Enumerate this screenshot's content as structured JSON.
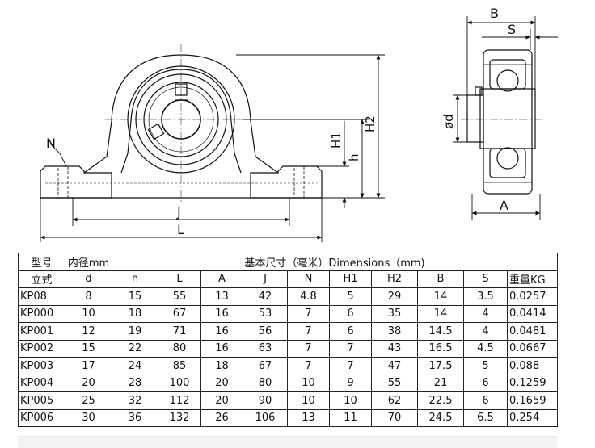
{
  "drawing": {
    "front_labels": {
      "N": "N",
      "J": "J",
      "L": "L",
      "H1": "H1",
      "h": "h",
      "H2": "H2"
    },
    "side_labels": {
      "B": "B",
      "S": "S",
      "d": "ød",
      "A": "A"
    }
  },
  "table": {
    "header1": {
      "model": "型号",
      "bore": "内径mm",
      "dims": "基本尺寸（毫米）Dimensions（mm)"
    },
    "header2": [
      "立式",
      "d",
      "h",
      "L",
      "A",
      "J",
      "N",
      "H1",
      "H2",
      "B",
      "S",
      "重量KG"
    ],
    "rows": [
      [
        "KP08",
        "8",
        "15",
        "55",
        "13",
        "42",
        "4.8",
        "5",
        "29",
        "14",
        "3.5",
        "0.0257"
      ],
      [
        "KP000",
        "10",
        "18",
        "67",
        "16",
        "53",
        "7",
        "6",
        "35",
        "14",
        "4",
        "0.0414"
      ],
      [
        "KP001",
        "12",
        "19",
        "71",
        "16",
        "56",
        "7",
        "6",
        "38",
        "14.5",
        "4",
        "0.0481"
      ],
      [
        "KP002",
        "15",
        "22",
        "80",
        "16",
        "63",
        "7",
        "7",
        "43",
        "16.5",
        "4.5",
        "0.0667"
      ],
      [
        "KP003",
        "17",
        "24",
        "85",
        "18",
        "67",
        "7",
        "7",
        "47",
        "17.5",
        "5",
        "0.088"
      ],
      [
        "KP004",
        "20",
        "28",
        "100",
        "20",
        "80",
        "10",
        "9",
        "55",
        "21",
        "6",
        "0.1259"
      ],
      [
        "KP005",
        "25",
        "32",
        "112",
        "20",
        "90",
        "10",
        "10",
        "62",
        "22.5",
        "6",
        "0.1659"
      ],
      [
        "KP006",
        "30",
        "36",
        "132",
        "26",
        "106",
        "13",
        "11",
        "70",
        "24.5",
        "6.5",
        "0.254"
      ]
    ]
  }
}
